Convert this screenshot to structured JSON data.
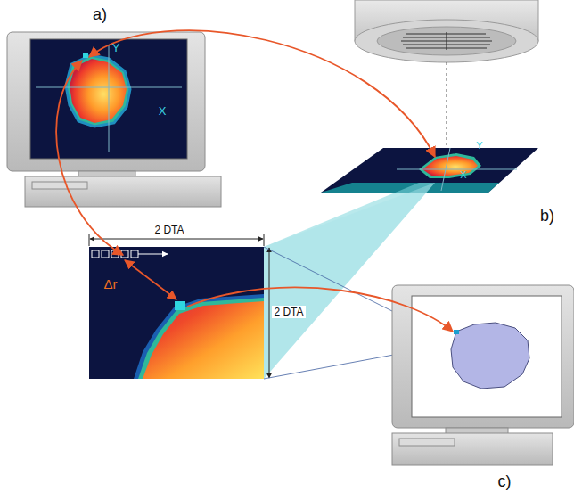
{
  "diagram": {
    "labels": [
      "a)",
      "Y",
      "X",
      "b)",
      "Y",
      "X",
      "2 DTA",
      "Δr",
      "2 DTA",
      "c)"
    ]
  }
}
